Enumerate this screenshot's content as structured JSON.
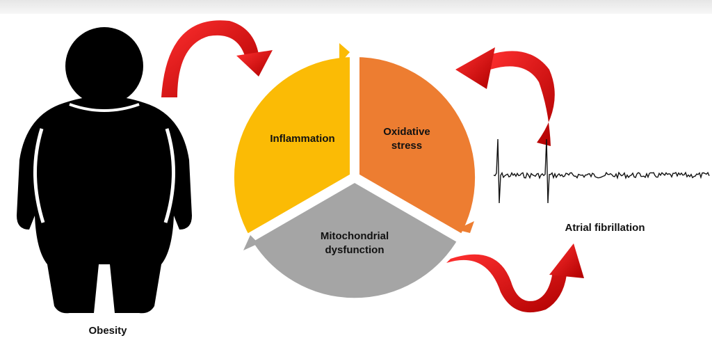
{
  "labels": {
    "obesity": "Obesity",
    "inflammation": "Inflammation",
    "oxidative_stress_line1": "Oxidative",
    "oxidative_stress_line2": "stress",
    "mito_line1": "Mitochondrial",
    "mito_line2": "dysfunction",
    "atrial_fibrillation": "Atrial fibrillation"
  },
  "colors": {
    "inflammation": "#FBBB05",
    "oxidative_stress": "#ED7D31",
    "mitochondrial": "#A5A5A5",
    "arrow": "#E00000",
    "silhouette": "#000000"
  }
}
